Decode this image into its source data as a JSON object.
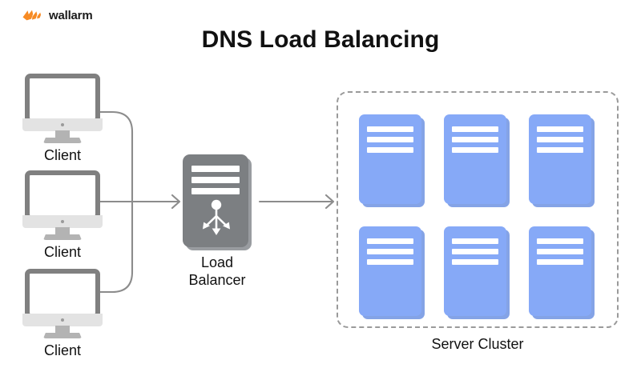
{
  "brand": {
    "name": "wallarm",
    "logo_icon": "wallarm-bolt-logo",
    "logo_color": "#F78B24"
  },
  "title": "DNS Load Balancing",
  "diagram": {
    "type": "network-architecture",
    "background_color": "#FFFFFF",
    "clients": [
      {
        "label": "Client",
        "icon": "desktop-monitor-icon"
      },
      {
        "label": "Client",
        "icon": "desktop-monitor-icon"
      },
      {
        "label": "Client",
        "icon": "desktop-monitor-icon"
      }
    ],
    "load_balancer": {
      "label_line1": "Load",
      "label_line2": "Balancer",
      "icon": "load-distribution-arrows-icon",
      "color": "#7C7F82",
      "bar_count": 3
    },
    "server_cluster": {
      "label": "Server Cluster",
      "border_style": "dashed",
      "border_color": "#9A9A9A",
      "server_color": "#86A9F7",
      "rows": 2,
      "columns": 3,
      "servers": [
        {
          "icon": "server-node-icon",
          "bar_count": 3
        },
        {
          "icon": "server-node-icon",
          "bar_count": 3
        },
        {
          "icon": "server-node-icon",
          "bar_count": 3
        },
        {
          "icon": "server-node-icon",
          "bar_count": 3
        },
        {
          "icon": "server-node-icon",
          "bar_count": 3
        },
        {
          "icon": "server-node-icon",
          "bar_count": 3
        }
      ]
    },
    "connectors": [
      {
        "from": "client-1",
        "to": "load-balancer",
        "style": "curved-arrow",
        "color": "#8C8C8C"
      },
      {
        "from": "client-2",
        "to": "load-balancer",
        "style": "straight-arrow",
        "color": "#8C8C8C"
      },
      {
        "from": "client-3",
        "to": "load-balancer",
        "style": "curved-arrow",
        "color": "#8C8C8C"
      },
      {
        "from": "load-balancer",
        "to": "server-cluster",
        "style": "straight-arrow",
        "color": "#8C8C8C"
      }
    ]
  }
}
